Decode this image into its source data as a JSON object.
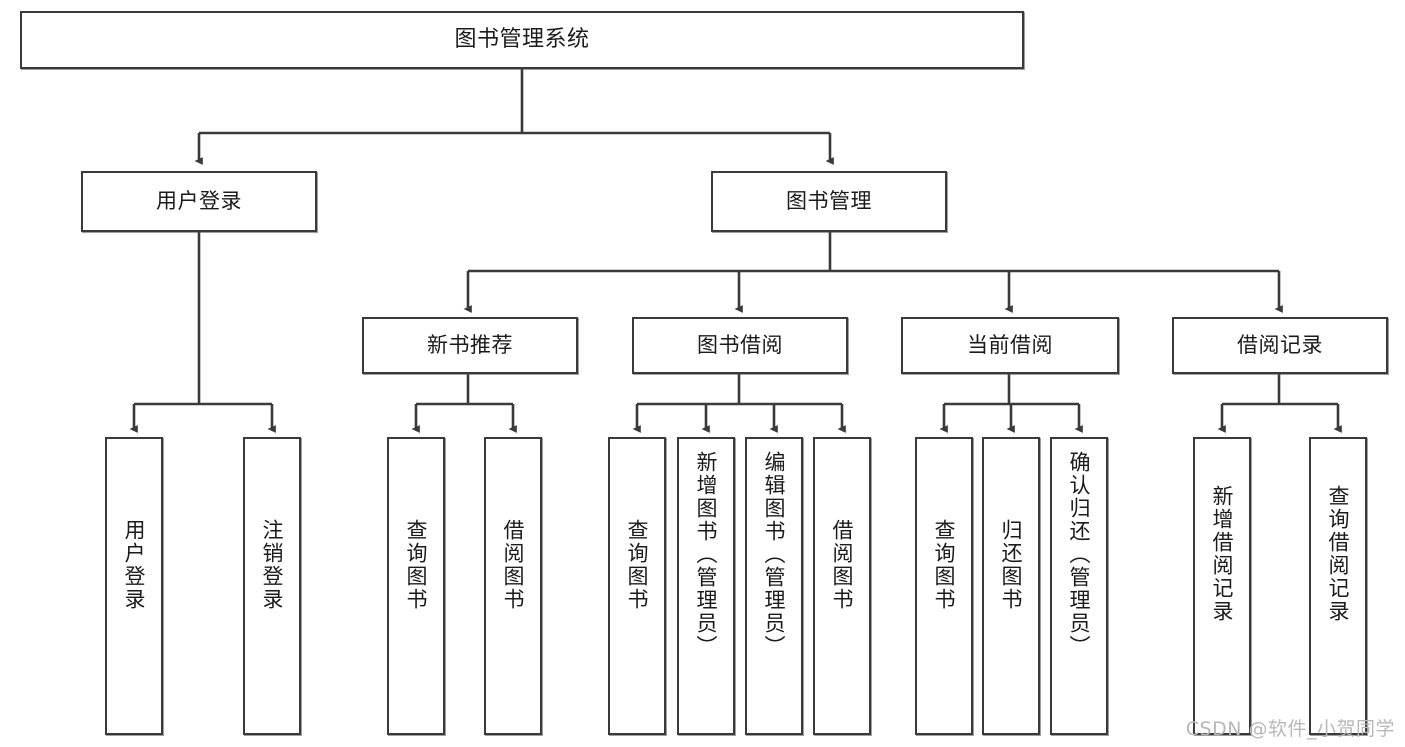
{
  "diagram": {
    "type": "tree-hierarchy",
    "title": "图书管理系统",
    "root": {
      "id": "root",
      "label": "图书管理系统"
    },
    "level2": [
      {
        "id": "user-login",
        "label": "用户登录"
      },
      {
        "id": "book-manage",
        "label": "图书管理"
      }
    ],
    "level3": [
      {
        "id": "new-book-recommend",
        "label": "新书推荐",
        "parent": "book-manage"
      },
      {
        "id": "book-borrow",
        "label": "图书借阅",
        "parent": "book-manage"
      },
      {
        "id": "current-borrow",
        "label": "当前借阅",
        "parent": "book-manage"
      },
      {
        "id": "borrow-record",
        "label": "借阅记录",
        "parent": "book-manage"
      }
    ],
    "leaves": {
      "user-login": [
        {
          "id": "leaf-user-login",
          "label": "用户登录"
        },
        {
          "id": "leaf-user-logout",
          "label": "注销登录"
        }
      ],
      "new-book-recommend": [
        {
          "id": "leaf-query-book-1",
          "label": "查询图书"
        },
        {
          "id": "leaf-borrow-book-1",
          "label": "借阅图书"
        }
      ],
      "book-borrow": [
        {
          "id": "leaf-query-book-2",
          "label": "查询图书"
        },
        {
          "id": "leaf-add-book",
          "label": "新增图书（管理员）"
        },
        {
          "id": "leaf-edit-book",
          "label": "编辑图书（管理员）"
        },
        {
          "id": "leaf-borrow-book-2",
          "label": "借阅图书"
        }
      ],
      "current-borrow": [
        {
          "id": "leaf-query-book-3",
          "label": "查询图书"
        },
        {
          "id": "leaf-return-book",
          "label": "归还图书"
        },
        {
          "id": "leaf-confirm-return",
          "label": "确认归还（管理员）"
        }
      ],
      "borrow-record": [
        {
          "id": "leaf-add-record",
          "label": "新增借阅记录"
        },
        {
          "id": "leaf-query-record",
          "label": "查询借阅记录"
        }
      ]
    }
  },
  "watermark": {
    "text": "CSDN @软件_小贺同学"
  },
  "colors": {
    "box_border": "#3a3a3a",
    "box_fill": "#ffffff",
    "connector": "#3a3a3a",
    "text": "#1b1b1b",
    "watermark": "#b8b8b8",
    "background": "#ffffff"
  }
}
